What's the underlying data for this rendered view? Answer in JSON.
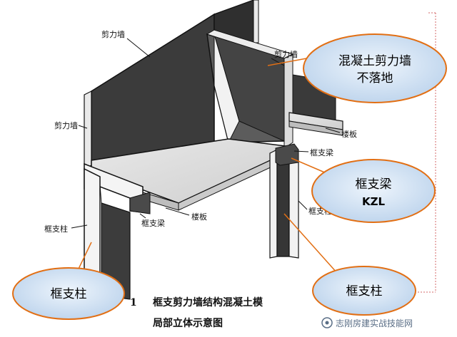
{
  "labels": {
    "shear_wall_top": "剪力墙",
    "shear_wall_right": "剪力墙",
    "shear_wall_left": "剪力墙",
    "slab_right": "楼板",
    "frame_beam_right": "框支梁",
    "frame_column_right": "框支柱",
    "slab_bottom": "楼板",
    "frame_beam_left": "框支梁",
    "frame_column_left": "框支柱"
  },
  "callouts": {
    "concrete_wall_line1": "混凝土剪力墙",
    "concrete_wall_line2": "不落地",
    "beam_line1": "框支梁",
    "beam_line2": "KZL",
    "column_left": "框支柱",
    "column_right": "框支柱"
  },
  "caption": {
    "number": "1",
    "line1": "框支剪力墙结构混凝土模",
    "line2": "局部立体示意图"
  },
  "watermark": "志刚房建实战技能网",
  "colors": {
    "callout_fill": "#cfe0f2",
    "callout_stroke": "#e26f14",
    "wall_dark": "#3a3a3a",
    "wall_mid": "#6a6a6a",
    "frame_border": "#d36a6a"
  }
}
